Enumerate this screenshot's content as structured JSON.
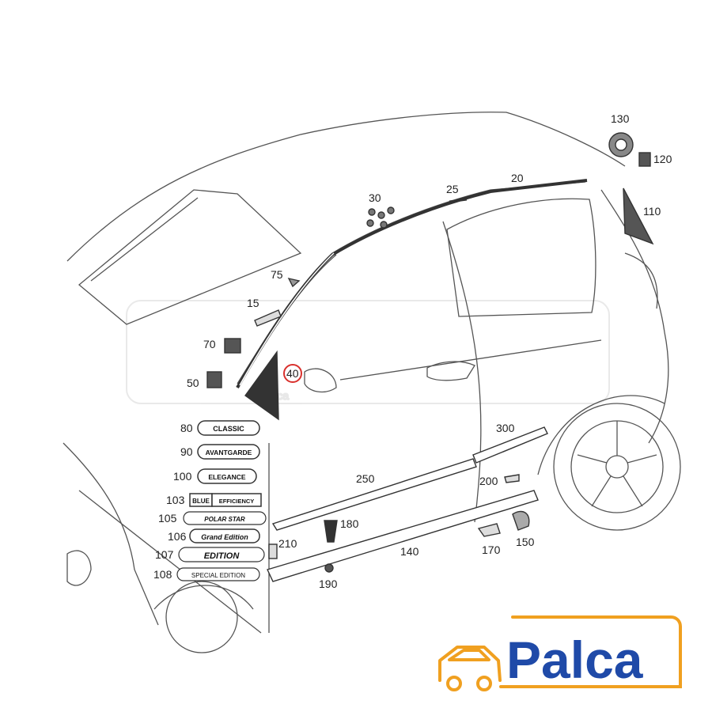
{
  "diagram": {
    "callouts": {
      "c130": "130",
      "c120": "120",
      "c110": "110",
      "c20": "20",
      "c25": "25",
      "c30": "30",
      "c75": "75",
      "c15": "15",
      "c70": "70",
      "c50": "50",
      "c40": "40",
      "c80": "80",
      "c90": "90",
      "c100": "100",
      "c103": "103",
      "c105": "105",
      "c106": "106",
      "c107": "107",
      "c108": "108",
      "c300": "300",
      "c250": "250",
      "c200": "200",
      "c180": "180",
      "c210": "210",
      "c140": "140",
      "c170": "170",
      "c150": "150",
      "c190": "190"
    },
    "highlighted_callout": "40",
    "badges": {
      "classic": "CLASSIC",
      "avantgarde": "AVANTGARDE",
      "elegance": "ELEGANCE",
      "blue_efficiency_a": "BLUE",
      "blue_efficiency_b": "EFFICIENCY",
      "polar_star": "POLAR STAR",
      "grand_edition": "Grand Edition",
      "edition": "EDITION",
      "special_edition": "SPECIAL EDITION"
    },
    "colors": {
      "line_art": "#4a4a4a",
      "highlight_ring": "#d9302c",
      "logo_blue": "#1f4aa8",
      "logo_orange": "#f0a020"
    }
  },
  "logo": {
    "text": "Palca",
    "watermark_text": "Palca"
  }
}
